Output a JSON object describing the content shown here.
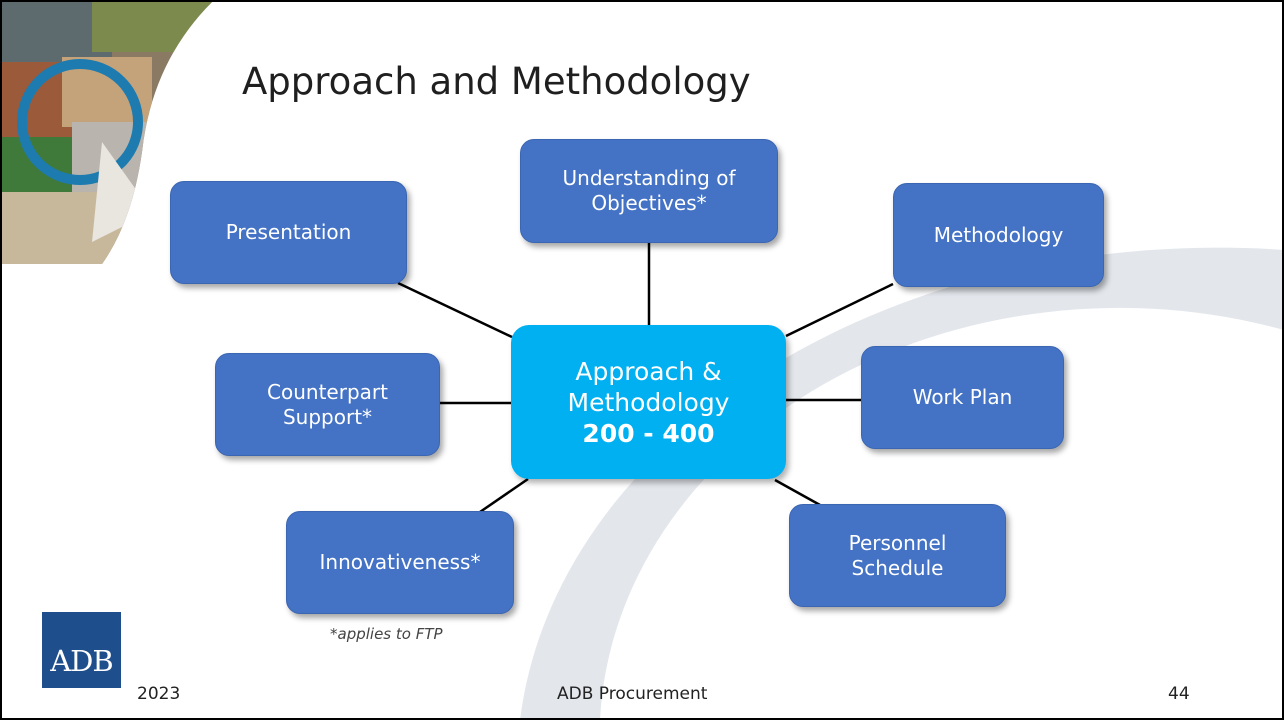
{
  "slide": {
    "title": "Approach and Methodology",
    "center_node": {
      "line1": "Approach &",
      "line2": "Methodology",
      "score": "200 - 400"
    },
    "nodes": [
      {
        "id": "presentation",
        "label": "Presentation"
      },
      {
        "id": "understanding",
        "label": "Understanding of Objectives*"
      },
      {
        "id": "methodology",
        "label": "Methodology"
      },
      {
        "id": "counterpart",
        "label": "Counterpart Support*"
      },
      {
        "id": "workplan",
        "label": "Work Plan"
      },
      {
        "id": "innovativeness",
        "label": "Innovativeness*"
      },
      {
        "id": "personnel",
        "label": "Personnel Schedule"
      }
    ],
    "footnote": "*applies to FTP",
    "footer": {
      "year": "2023",
      "center": "ADB Procurement",
      "page_number": "44"
    },
    "logo_text": "ADB"
  },
  "colors": {
    "node_fill": "#4472c4",
    "center_fill": "#00b0f0",
    "logo_fill": "#1f4e8c",
    "arc_fill": "#e3e7ec"
  }
}
